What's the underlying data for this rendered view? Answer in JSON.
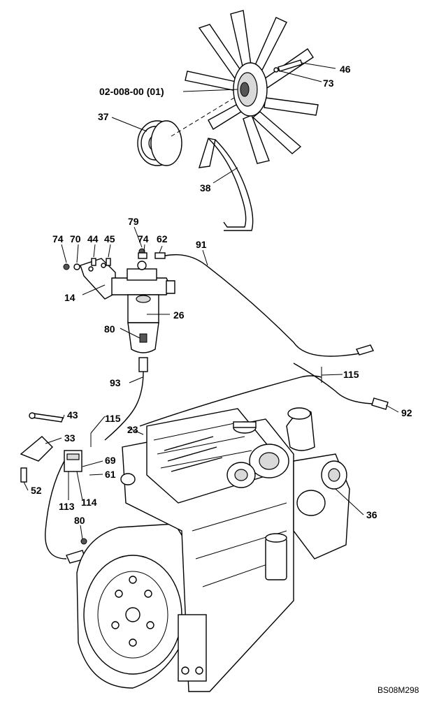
{
  "drawing_code": "BS08M298",
  "callouts": [
    {
      "id": "c-46",
      "text": "46"
    },
    {
      "id": "c-73",
      "text": "73"
    },
    {
      "id": "c-fan",
      "text": "02-008-00 (01)"
    },
    {
      "id": "c-37",
      "text": "37"
    },
    {
      "id": "c-38",
      "text": "38"
    },
    {
      "id": "c-79",
      "text": "79"
    },
    {
      "id": "c-74a",
      "text": "74"
    },
    {
      "id": "c-70",
      "text": "70"
    },
    {
      "id": "c-44",
      "text": "44"
    },
    {
      "id": "c-45",
      "text": "45"
    },
    {
      "id": "c-74b",
      "text": "74"
    },
    {
      "id": "c-62",
      "text": "62"
    },
    {
      "id": "c-91",
      "text": "91"
    },
    {
      "id": "c-14",
      "text": "14"
    },
    {
      "id": "c-26",
      "text": "26"
    },
    {
      "id": "c-80a",
      "text": "80"
    },
    {
      "id": "c-115a",
      "text": "115"
    },
    {
      "id": "c-93",
      "text": "93"
    },
    {
      "id": "c-92",
      "text": "92"
    },
    {
      "id": "c-43",
      "text": "43"
    },
    {
      "id": "c-115b",
      "text": "115"
    },
    {
      "id": "c-23",
      "text": "23"
    },
    {
      "id": "c-33",
      "text": "33"
    },
    {
      "id": "c-69",
      "text": "69"
    },
    {
      "id": "c-61",
      "text": "61"
    },
    {
      "id": "c-52",
      "text": "52"
    },
    {
      "id": "c-113",
      "text": "113"
    },
    {
      "id": "c-114",
      "text": "114"
    },
    {
      "id": "c-36",
      "text": "36"
    },
    {
      "id": "c-80b",
      "text": "80"
    }
  ]
}
